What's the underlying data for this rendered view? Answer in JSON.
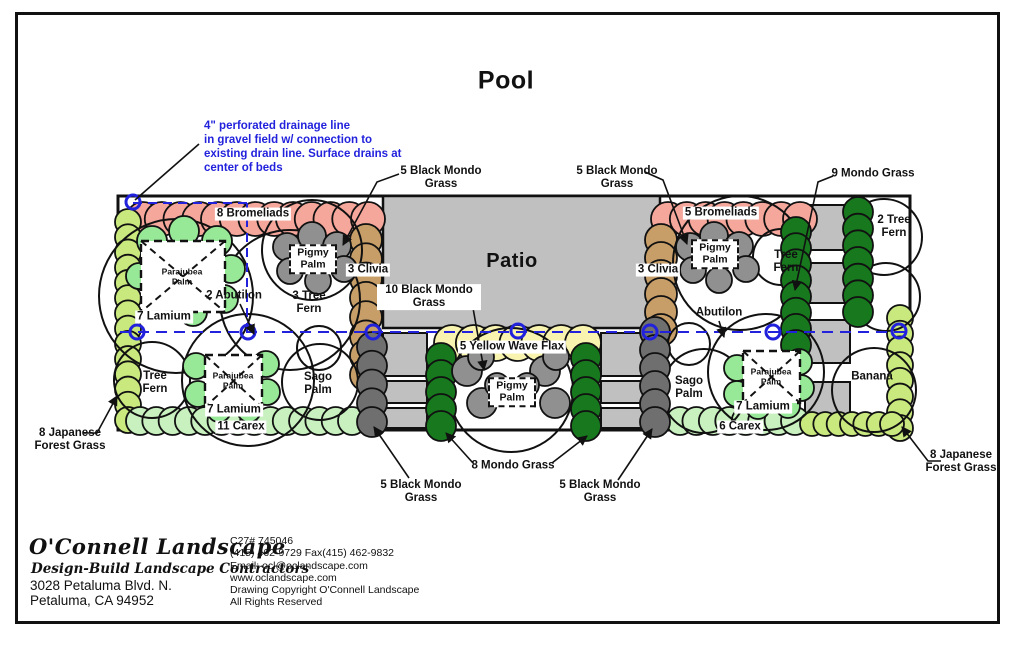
{
  "title": "Pool",
  "annotation": {
    "lines": [
      "4\" perforated drainage line",
      "in gravel field w/ connection to",
      "existing drain line. Surface drains at",
      "center of beds"
    ]
  },
  "labels": {
    "patio": "Patio",
    "bromeliads_left": "8 Bromeliads",
    "bromeliads_right": "5 Bromeliads",
    "black_mondo_top_left": "5 Black Mondo Grass",
    "black_mondo_top_right": "5 Black Mondo Grass",
    "mondo_grass_9": "9 Mondo Grass",
    "black_mondo_10": "10 Black Mondo Grass",
    "yellow_wave_flax": "5 Yellow Wave Flax",
    "mondo_grass_8": "8 Mondo Grass",
    "black_mondo_bottom_left": "5 Black Mondo Grass",
    "black_mondo_bottom_right": "5 Black Mondo Grass",
    "jfg_left": "8 Japanese Forest Grass",
    "jfg_right": "8 Japanese Forest Grass",
    "pigmy_palm_left": "Pigmy Palm",
    "pigmy_palm_center": "Pigmy Palm",
    "pigmy_palm_right": "Pigmy Palm",
    "parajubea_upper_left": "Parajubea Palm",
    "parajubea_lower_left": "Parajubea Palm",
    "parajubea_right": "Parajubea Palm",
    "clivia_left": "3 Clivia",
    "clivia_right": "3 Clivia",
    "abutilon_2": "2 Abutilon",
    "abutilon_right": "Abutilon",
    "tree_fern_3": "3 Tree Fern",
    "tree_fern_left": "Tree Fern",
    "tree_fern_right": "Tree Fern",
    "tree_fern_2": "2 Tree Fern",
    "lamium_upper_left": "7 Lamium",
    "lamium_lower_left": "7 Lamium",
    "lamium_right": "7 Lamium",
    "carex_11": "11 Carex",
    "carex_6": "6 Carex",
    "sago_left": "Sago Palm",
    "sago_right": "Sago Palm",
    "banana": "Banana"
  },
  "footer": {
    "company": "O'Connell Landscape",
    "tagline": "Design-Build Landscape Contractors",
    "address1": "3028 Petaluma Blvd. N.",
    "address2": "Petaluma, CA 94952",
    "license": "C27# 745046",
    "phone": "(415) 462-9729 Fax(415) 462-9832",
    "email": "Email: ocl@oclandscape.com",
    "website": "www.oclandscape.com",
    "copyright": "Drawing Copyright O'Connell Landscape",
    "rights": "All Rights Reserved"
  },
  "colors": {
    "annotation_blue": "#2222dd",
    "drain_blue": "#2222dd",
    "bromeliad_pink": "#f5a79c",
    "clivia_tan": "#c89e68",
    "forest_grass_chartreuse": "#c9e87e",
    "lamium_green": "#97e897",
    "carex_pale_green": "#c9f1c0",
    "mondo_dark_green": "#17781e",
    "black_mondo_gray": "#6f6f6f",
    "pigmy_gray": "#909090",
    "flax_yellow": "#f8f4b0",
    "patio_gray": "#c0c0c0",
    "line_black": "#111111"
  }
}
